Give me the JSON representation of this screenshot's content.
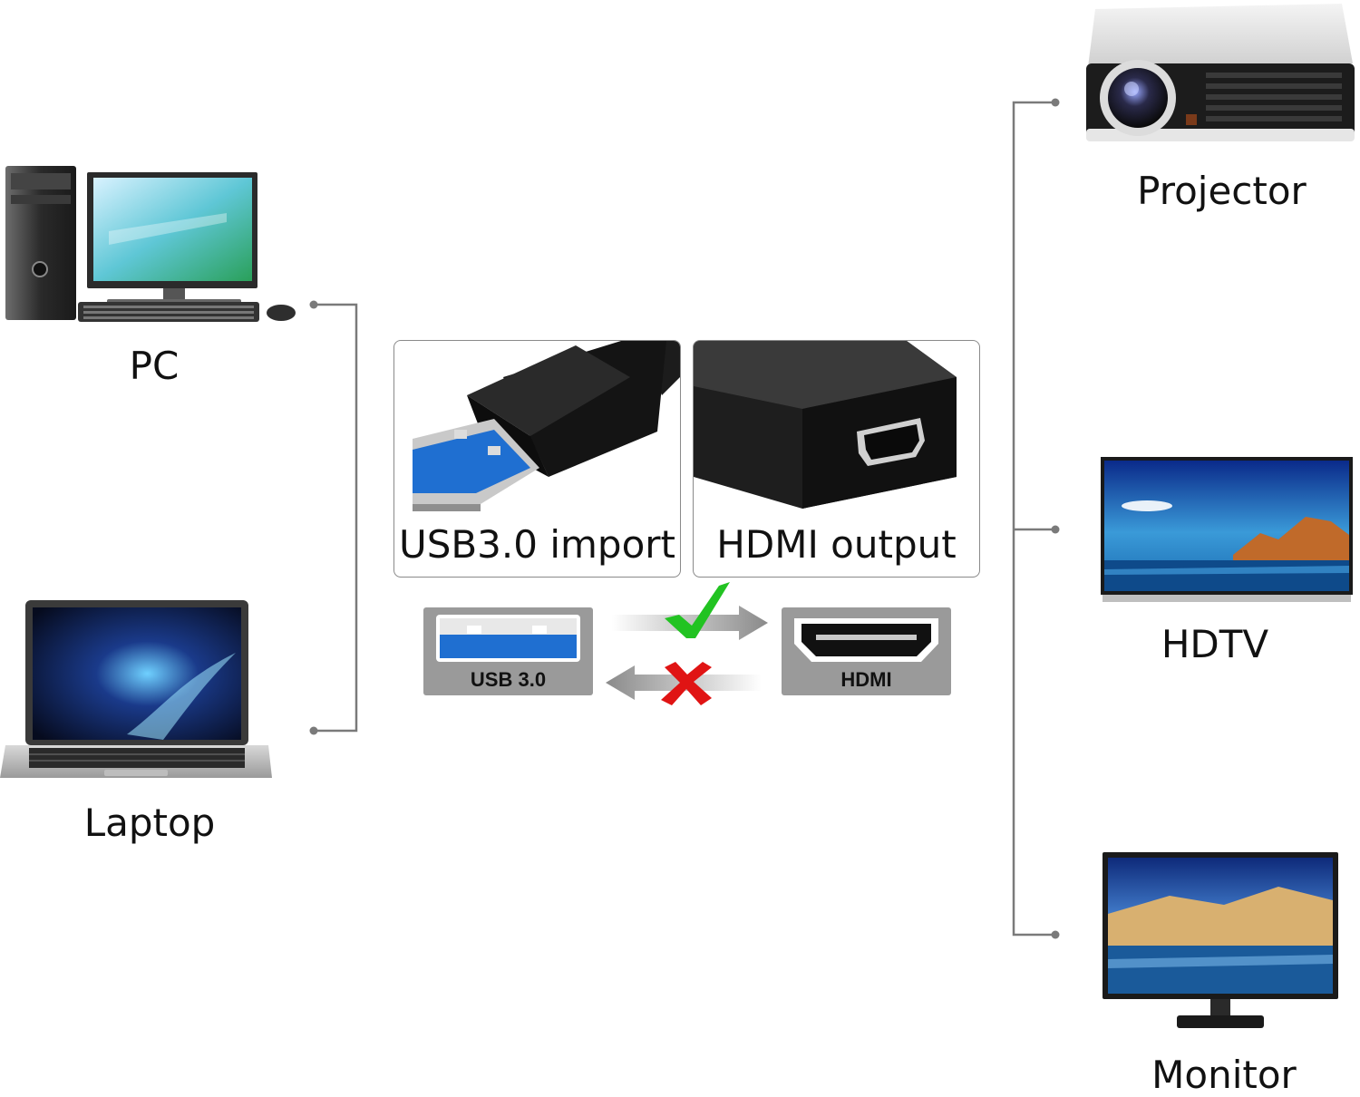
{
  "sources": {
    "pc": {
      "label": "PC",
      "icon": "desktop-pc-icon"
    },
    "laptop": {
      "label": "Laptop",
      "icon": "laptop-icon"
    }
  },
  "adapter": {
    "input_caption": "USB3.0 import",
    "output_caption": "HDMI output",
    "input_port_label": "USB 3.0",
    "output_port_label": "HDMI",
    "allowed_direction_icon": "green-checkmark-icon",
    "blocked_direction_icon": "red-cross-icon"
  },
  "targets": {
    "projector": {
      "label": "Projector",
      "icon": "projector-icon"
    },
    "hdtv": {
      "label": "HDTV",
      "icon": "tv-icon"
    },
    "monitor": {
      "label": "Monitor",
      "icon": "monitor-icon"
    }
  },
  "colors": {
    "usb_blue": "#1f6fd1",
    "check_green": "#22c322",
    "cross_red": "#e01414",
    "connector_line": "#7a7a7a",
    "port_gray": "#9a9a9a"
  }
}
